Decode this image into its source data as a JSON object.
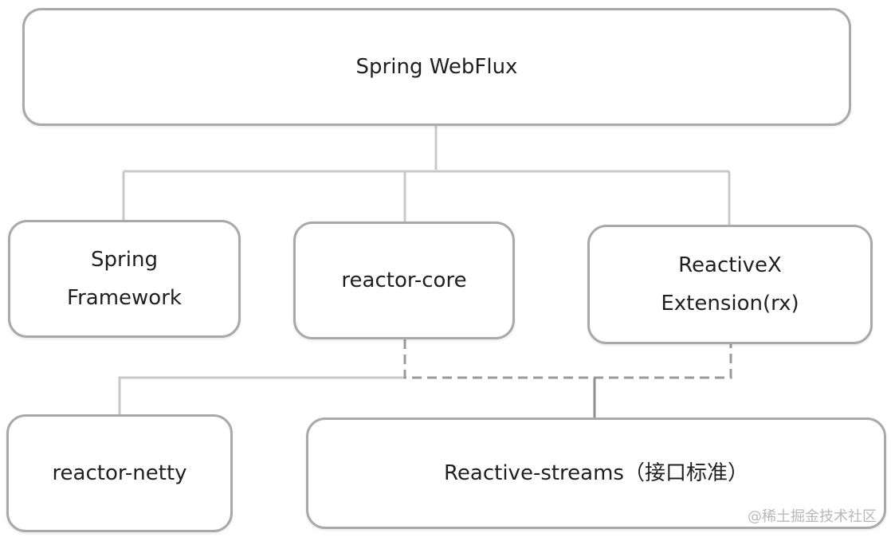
{
  "nodes": {
    "webflux": "Spring WebFlux",
    "framework": "Spring\nFramework",
    "core": "reactor-core",
    "rx": "ReactiveX\nExtension(rx)",
    "netty": "reactor-netty",
    "streams": "Reactive-streams（接口标准）"
  },
  "watermark": "@稀土掘金技术社区",
  "colors": {
    "border": "#a9a9a9",
    "connector": "#c8c8c8",
    "dashed": "#9a9a9a",
    "text": "#1f1f1f"
  }
}
